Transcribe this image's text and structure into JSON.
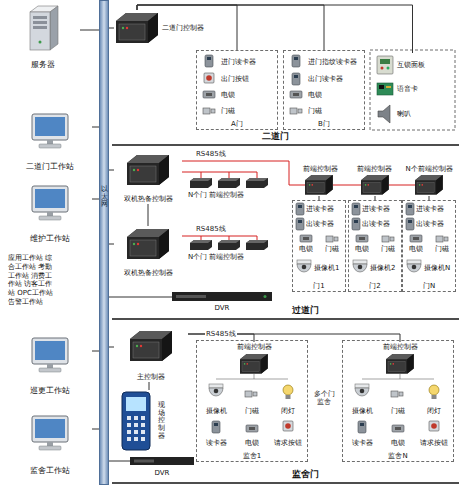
{
  "diagram": {
    "nodes": [
      {
        "text": [
          "服务器"
        ]
      },
      {
        "text": [
          "二道门工作站"
        ]
      },
      {
        "text": [
          "维护工作站"
        ]
      },
      {
        "text": [
          "应用工作站 综合工作站 考勤工作站 消费工作站 访客工作站 OPC工作站 告警工作站"
        ]
      },
      {
        "text": [
          "巡更工作站"
        ]
      },
      {
        "text": [
          "监舍工作站"
        ]
      },
      {
        "text": [
          "以太网"
        ]
      },
      {
        "text": [
          "二道门"
        ]
      },
      {
        "text": [
          "二道门控制器"
        ],
        "in": 7
      },
      {
        "text": [
          "A门"
        ],
        "in": 7
      },
      {
        "text": [
          "进门读卡器"
        ],
        "in": 9
      },
      {
        "text": [
          "出门按钮"
        ],
        "in": 9
      },
      {
        "text": [
          "电锁"
        ],
        "in": 9
      },
      {
        "text": [
          "门磁"
        ],
        "in": 9
      },
      {
        "text": [
          "B门"
        ],
        "in": 7
      },
      {
        "text": [
          "进门指纹读卡器"
        ],
        "in": 14
      },
      {
        "text": [
          "出门读卡器"
        ],
        "in": 14
      },
      {
        "text": [
          "电锁"
        ],
        "in": 14
      },
      {
        "text": [
          "门磁"
        ],
        "in": 14
      },
      {
        "text": [
          "互锁面板"
        ],
        "in": 7
      },
      {
        "text": [
          "语音卡"
        ],
        "in": 7
      },
      {
        "text": [
          "喇叭"
        ],
        "in": 7
      },
      {
        "text": [
          "过道门"
        ]
      },
      {
        "text": [
          "双机热备控制器"
        ],
        "in": 22
      },
      {
        "text": [
          "双机热备控制器"
        ],
        "in": 22
      },
      {
        "text": [
          "前端控制器"
        ],
        "in": 22
      },
      {
        "text": [
          "前端控制器"
        ],
        "in": 22
      },
      {
        "text": [
          "N个前端控制器"
        ],
        "in": 22
      },
      {
        "text": [
          "门1"
        ],
        "in": 22
      },
      {
        "text": [
          "进读卡器"
        ],
        "in": 28
      },
      {
        "text": [
          "出读卡器"
        ],
        "in": 28
      },
      {
        "text": [
          "电锁"
        ],
        "in": 28
      },
      {
        "text": [
          "门磁"
        ],
        "in": 28
      },
      {
        "text": [
          "摄像机1"
        ],
        "in": 28
      },
      {
        "text": [
          "门2"
        ],
        "in": 22
      },
      {
        "text": [
          "进读卡器"
        ],
        "in": 34
      },
      {
        "text": [
          "出读卡器"
        ],
        "in": 34
      },
      {
        "text": [
          "电锁"
        ],
        "in": 34
      },
      {
        "text": [
          "门磁"
        ],
        "in": 34
      },
      {
        "text": [
          "摄像机2"
        ],
        "in": 34
      },
      {
        "text": [
          "门N"
        ],
        "in": 22
      },
      {
        "text": [
          "进读卡器"
        ],
        "in": 40
      },
      {
        "text": [
          "出读卡器"
        ],
        "in": 40
      },
      {
        "text": [
          "电锁"
        ],
        "in": 40
      },
      {
        "text": [
          "门磁"
        ],
        "in": 40
      },
      {
        "text": [
          "摄像机N"
        ],
        "in": 40
      },
      {
        "text": [
          "DVR"
        ],
        "in": 22
      },
      {
        "text": [
          "监舍门"
        ]
      },
      {
        "text": [
          "主控制器"
        ],
        "in": 47
      },
      {
        "text": [
          "现场控制器"
        ],
        "in": 47
      },
      {
        "text": [
          "DVR"
        ],
        "in": 47
      },
      {
        "text": [
          "监舍1"
        ],
        "in": 47
      },
      {
        "text": [
          "前端控制器"
        ],
        "in": 51
      },
      {
        "text": [
          "摄像机"
        ],
        "in": 51
      },
      {
        "text": [
          "门磁"
        ],
        "in": 51
      },
      {
        "text": [
          "闭灯"
        ],
        "in": 51
      },
      {
        "text": [
          "读卡器"
        ],
        "in": 51
      },
      {
        "text": [
          "电锁"
        ],
        "in": 51
      },
      {
        "text": [
          "请求按钮"
        ],
        "in": 51
      },
      {
        "text": [
          "监舍N"
        ],
        "in": 47
      },
      {
        "text": [
          "前端控制器"
        ],
        "in": 59
      },
      {
        "text": [
          "摄像机"
        ],
        "in": 59
      },
      {
        "text": [
          "门磁"
        ],
        "in": 59
      },
      {
        "text": [
          "闭灯"
        ],
        "in": 59
      },
      {
        "text": [
          "读卡器"
        ],
        "in": 59
      },
      {
        "text": [
          "电锁"
        ],
        "in": 59
      },
      {
        "text": [
          "请求按钮"
        ],
        "in": 59
      }
    ],
    "edges": [
      {
        "from": 0,
        "to": 6,
        "arrow": "none"
      },
      {
        "from": 1,
        "to": 6,
        "arrow": "none"
      },
      {
        "from": 2,
        "to": 6,
        "arrow": "none"
      },
      {
        "from": 4,
        "to": 6,
        "arrow": "none"
      },
      {
        "from": 5,
        "to": 6,
        "arrow": "none"
      },
      {
        "from": 6,
        "to": 8,
        "arrow": "none"
      },
      {
        "from": 8,
        "to": 9,
        "arrow": "none"
      },
      {
        "from": 8,
        "to": 14,
        "arrow": "none"
      },
      {
        "from": 8,
        "to": 19,
        "arrow": "none"
      },
      {
        "from": 6,
        "to": 23,
        "arrow": "none"
      },
      {
        "from": 6,
        "to": 24,
        "arrow": "none"
      },
      {
        "from": 23,
        "to": 24,
        "arrow": "none"
      },
      {
        "from": 25,
        "to": 28,
        "arrow": "none"
      },
      {
        "from": 26,
        "to": 34,
        "arrow": "none"
      },
      {
        "from": 27,
        "to": 40,
        "arrow": "none"
      },
      {
        "from": 6,
        "to": 46,
        "arrow": "none"
      },
      {
        "from": 6,
        "to": 48,
        "arrow": "none"
      },
      {
        "from": 48,
        "to": 49,
        "arrow": "none"
      },
      {
        "from": 48,
        "to": 52,
        "label": "RS485线",
        "arrow": "none"
      },
      {
        "from": 48,
        "to": 60,
        "arrow": "none"
      },
      {
        "from": 6,
        "to": 50,
        "arrow": "none"
      }
    ],
    "labels": [
      "RS485线",
      "N个门 前端控制器",
      "RS485线",
      "N个门 前端控制器",
      "多个门监舍"
    ]
  }
}
